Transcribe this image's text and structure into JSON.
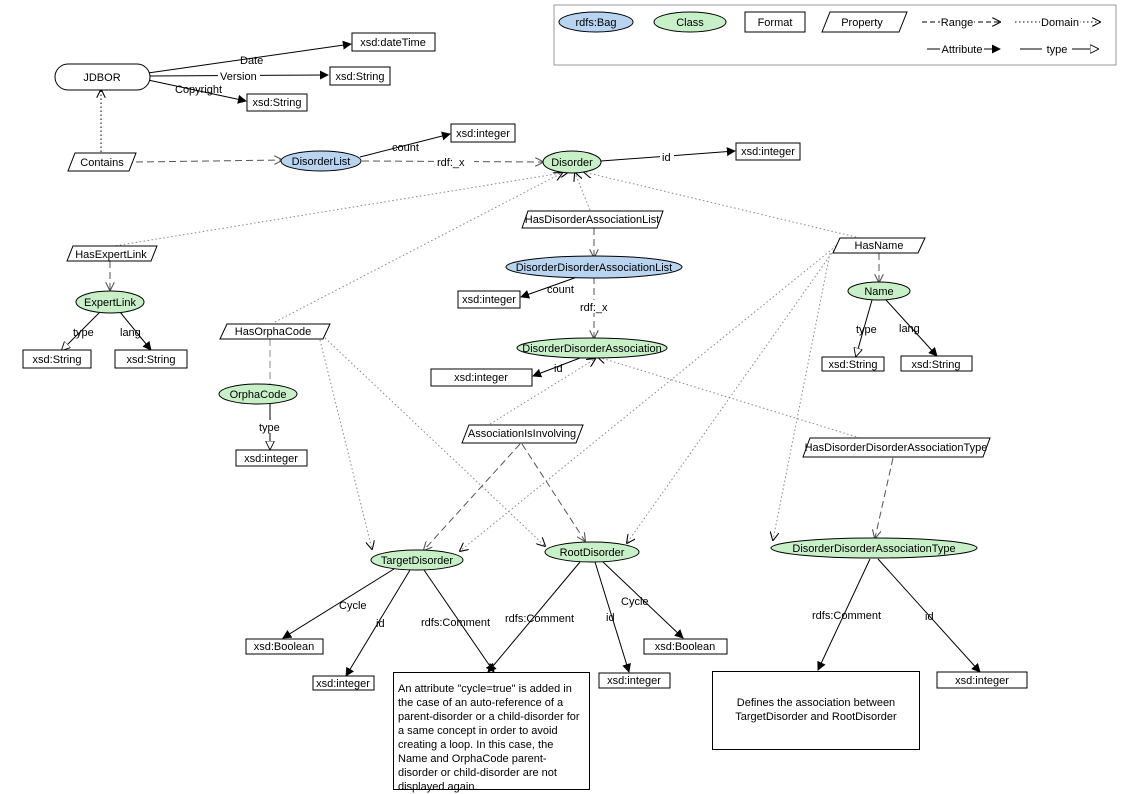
{
  "colors": {
    "bag": "#b8d4f0",
    "class": "#c8f0c8",
    "border": "#000000",
    "dotted": "#909090"
  },
  "legend": {
    "bag": "rdfs:Bag",
    "class": "Class",
    "format": "Format",
    "property": "Property",
    "range": "Range",
    "domain": "Domain",
    "attribute": "Attribute",
    "type": "type"
  },
  "nodes": {
    "jdbor": "JDBOR",
    "datetime": "xsd:dateTime",
    "version_string": "xsd:String",
    "copyright_string": "xsd:String",
    "contains": "Contains",
    "disorder_list": "DisorderList",
    "count_integer": "xsd:integer",
    "disorder": "Disorder",
    "id_integer": "xsd:integer",
    "has_disorder_association_list": "HasDisorderAssociationList",
    "has_expert_link": "HasExpertLink",
    "has_name": "HasName",
    "dd_association_list": "DisorderDisorderAssociationList",
    "list_count_integer": "xsd:integer",
    "expert_link": "ExpertLink",
    "expert_type_string": "xsd:String",
    "expert_lang_string": "xsd:String",
    "name": "Name",
    "name_type_string": "xsd:String",
    "name_lang_string": "xsd:String",
    "has_orpha_code": "HasOrphaCode",
    "dd_association": "DisorderDisorderAssociation",
    "assoc_id_integer": "xsd:integer",
    "orpha_code": "OrphaCode",
    "orpha_type_integer": "xsd:integer",
    "association_is_involving": "AssociationIsInvolving",
    "has_dd_association_type": "HasDisorderDisorderAssociationType",
    "target_disorder": "TargetDisorder",
    "root_disorder": "RootDisorder",
    "dd_association_type": "DisorderDisorderAssociationType",
    "target_cycle_boolean": "xsd:Boolean",
    "target_id_integer": "xsd:integer",
    "root_id_integer": "xsd:integer",
    "root_cycle_boolean": "xsd:Boolean",
    "type_id_integer": "xsd:integer"
  },
  "edge_labels": {
    "date": "Date",
    "version": "Version",
    "copyright": "Copyright",
    "count": "count",
    "rdf_x": "rdf:_x",
    "id": "id",
    "list_count": "count",
    "list_rdf_x": "rdf:_x",
    "expert_type": "type",
    "expert_lang": "lang",
    "name_type": "type",
    "name_lang": "lang",
    "assoc_id": "id",
    "orpha_type": "type",
    "target_cycle": "Cycle",
    "target_id": "id",
    "target_comment": "rdfs:Comment",
    "root_comment": "rdfs:Comment",
    "root_id": "id",
    "root_cycle": "Cycle",
    "type_comment": "rdfs:Comment",
    "type_id": "id"
  },
  "notes": {
    "cycle_comment": "An attribute \"cycle=true\" is added in the case of an auto-reference of a parent-disorder or a child-disorder for a same concept in order to avoid creating a loop. In this case, the Name and OrphaCode parent-disorder or child-disorder are not displayed again.",
    "type_comment": "Defines the association between TargetDisorder and RootDisorder"
  }
}
